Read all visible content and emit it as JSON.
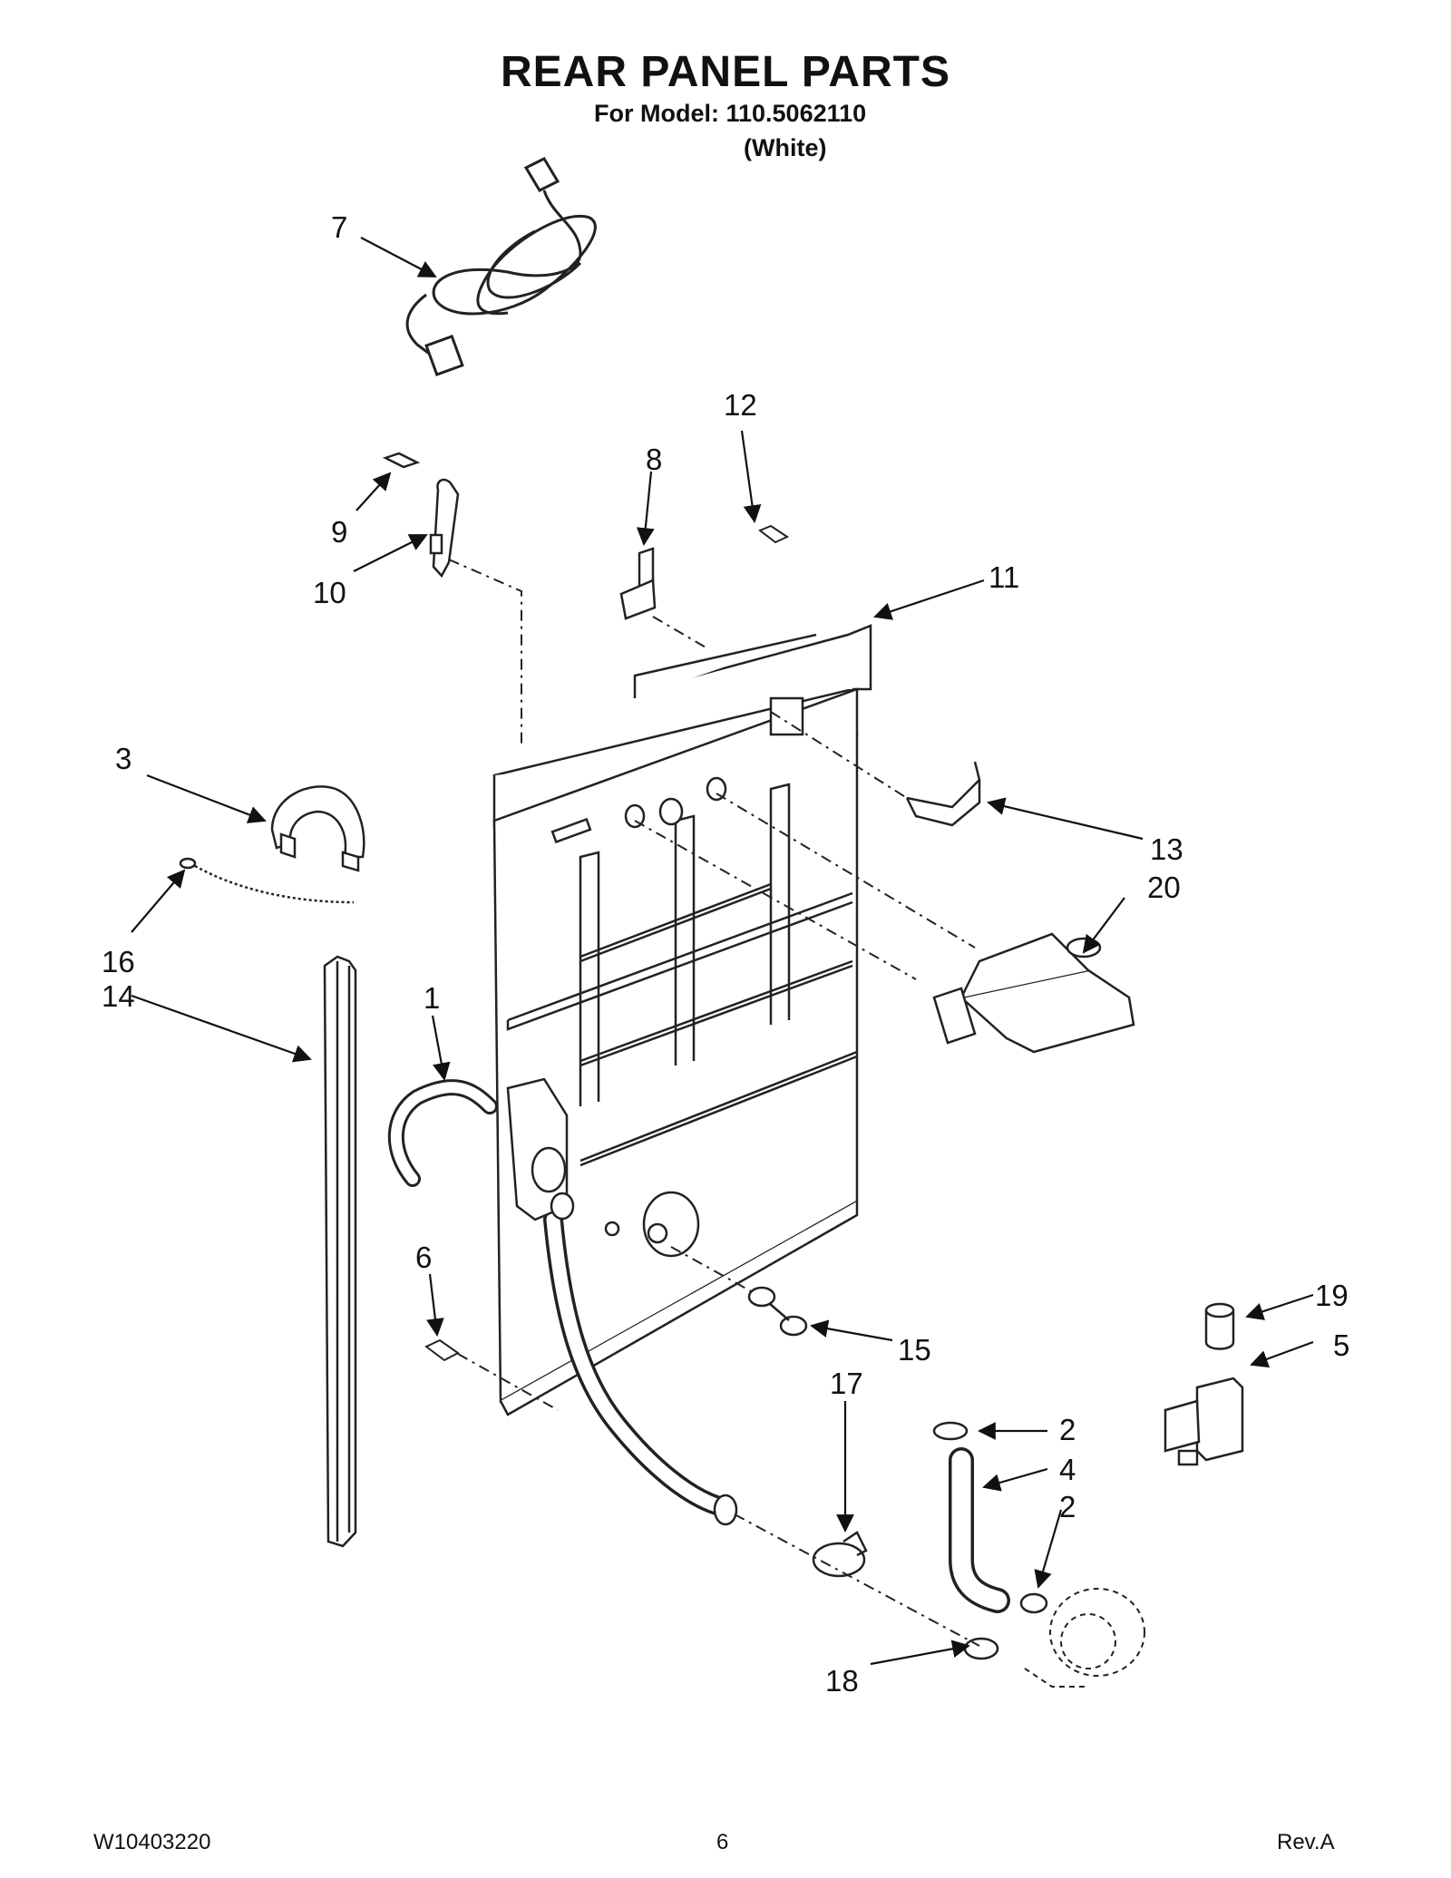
{
  "header": {
    "title": "REAR PANEL PARTS",
    "model_line": "For Model: 110.5062110",
    "color_line": "(White)"
  },
  "callouts": {
    "c1": "1",
    "c2a": "2",
    "c2b": "2",
    "c3": "3",
    "c4": "4",
    "c5": "5",
    "c6": "6",
    "c7": "7",
    "c8": "8",
    "c9": "9",
    "c10": "10",
    "c11": "11",
    "c12": "12",
    "c13": "13",
    "c14": "14",
    "c15": "15",
    "c16": "16",
    "c17": "17",
    "c18": "18",
    "c19": "19",
    "c20": "20"
  },
  "footer": {
    "doc_number": "W10403220",
    "page": "6",
    "revision": "Rev.A"
  }
}
